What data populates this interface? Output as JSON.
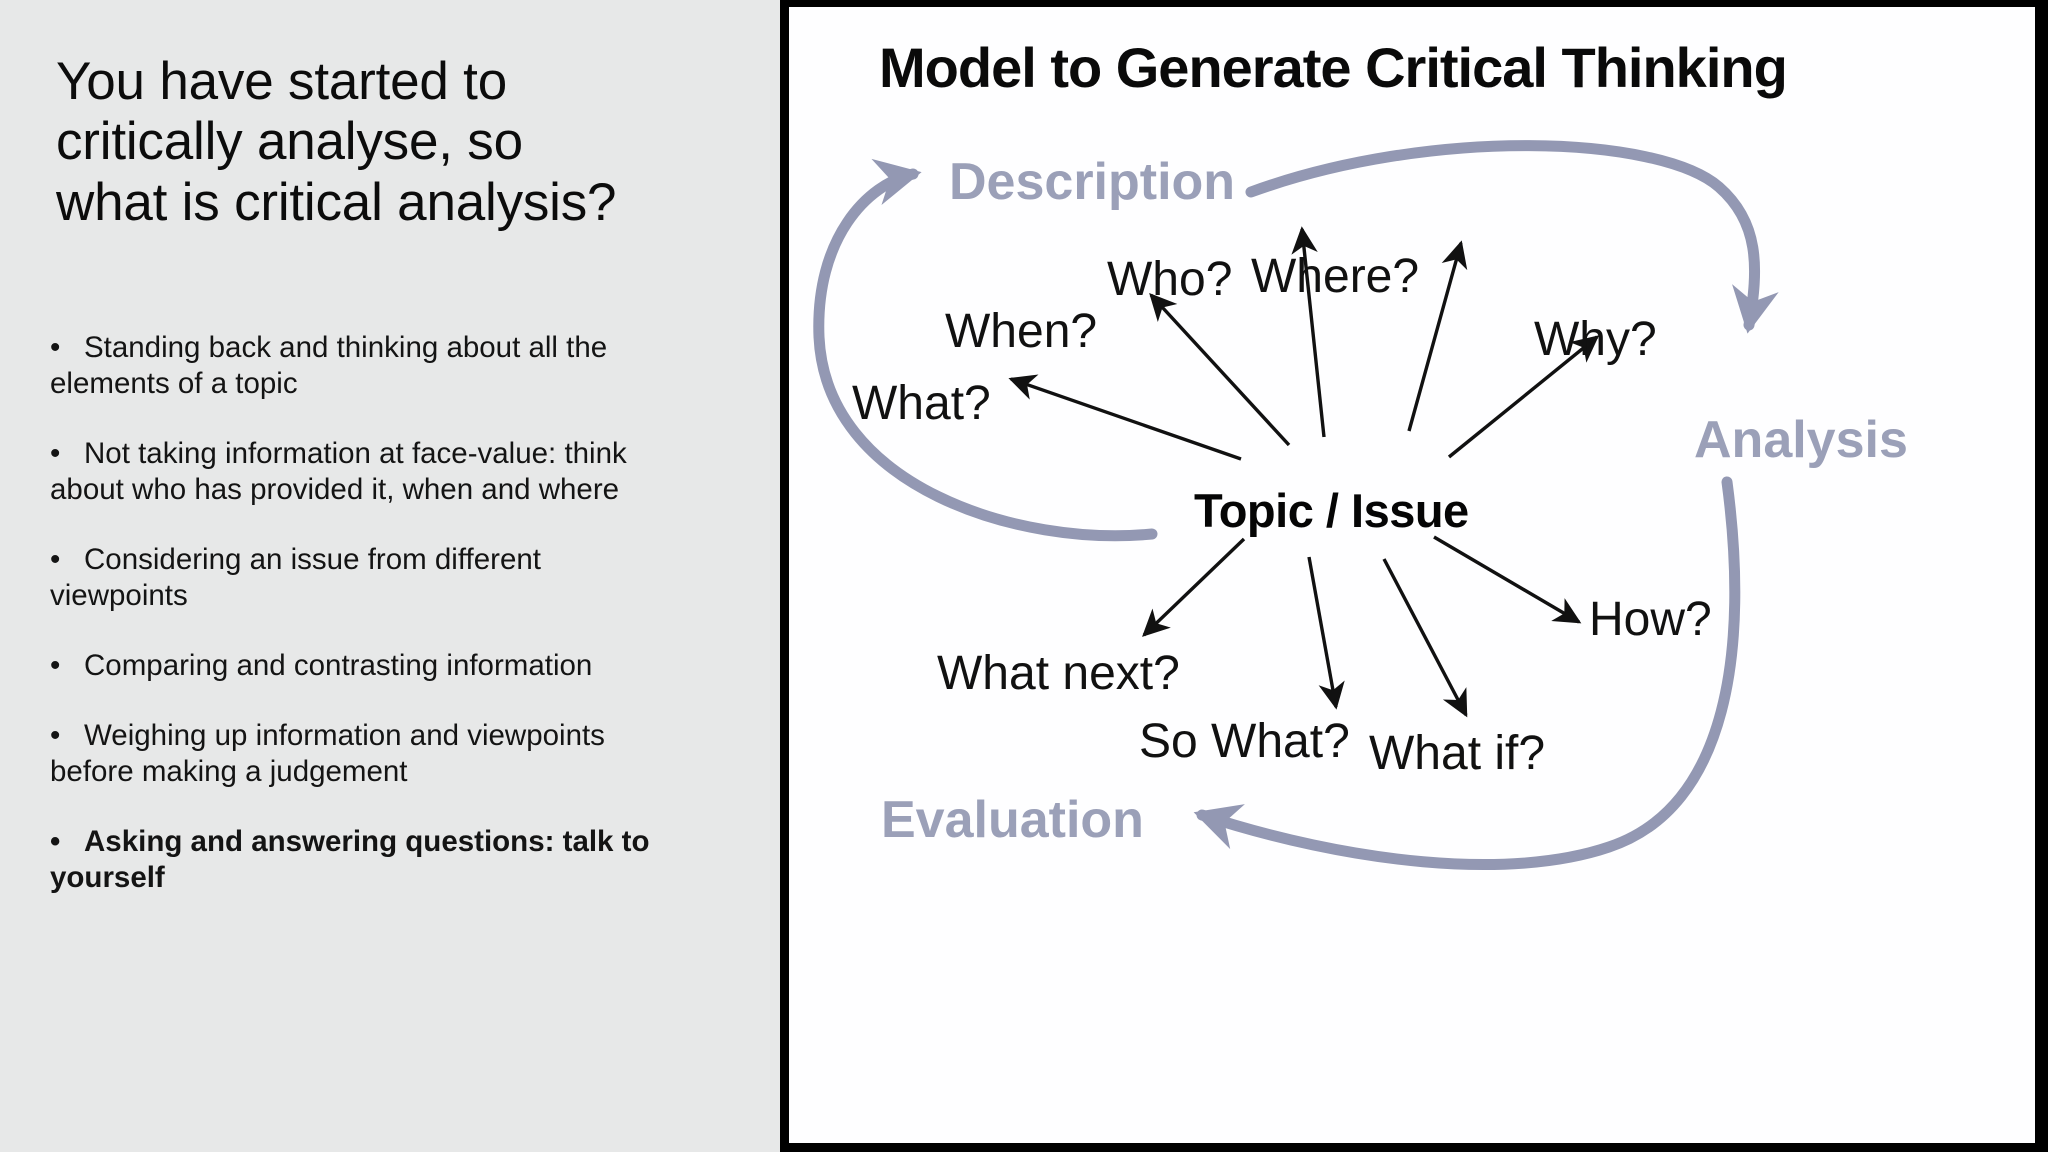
{
  "slide": {
    "background_color": "#e7e8e8",
    "panel_border_color": "#000000"
  },
  "left": {
    "headline_lines": [
      "You have started to",
      "critically analyse, so",
      "what is critical analysis?"
    ],
    "bullet_marker": "•",
    "bullets": [
      {
        "text": "Standing back and thinking about all the elements of a topic",
        "bold": false
      },
      {
        "text": "Not taking information at face-value: think about who has provided it, when and where",
        "bold": false
      },
      {
        "text": "Considering an issue from different viewpoints",
        "bold": false
      },
      {
        "text": "Comparing and contrasting information",
        "bold": false
      },
      {
        "text": "Weighing up information and viewpoints before making a judgement",
        "bold": false
      },
      {
        "text": "Asking and answering questions: talk to yourself",
        "bold": true
      }
    ]
  },
  "diagram": {
    "title": "Model to Generate Critical Thinking",
    "center_label": "Topic / Issue",
    "phase_color": "#9ba0b8",
    "arrow_color": "#9398b3",
    "spoke_color": "#111111",
    "phases": [
      {
        "id": "description",
        "label": "Description"
      },
      {
        "id": "analysis",
        "label": "Analysis"
      },
      {
        "id": "evaluation",
        "label": "Evaluation"
      }
    ],
    "questions": [
      {
        "id": "what",
        "label": "What?"
      },
      {
        "id": "when",
        "label": "When?"
      },
      {
        "id": "who",
        "label": "Who?"
      },
      {
        "id": "where",
        "label": "Where?"
      },
      {
        "id": "why",
        "label": "Why?"
      },
      {
        "id": "how",
        "label": "How?"
      },
      {
        "id": "what-if",
        "label": "What if?"
      },
      {
        "id": "so-what",
        "label": "So What?"
      },
      {
        "id": "what-next",
        "label": "What next?"
      }
    ]
  }
}
